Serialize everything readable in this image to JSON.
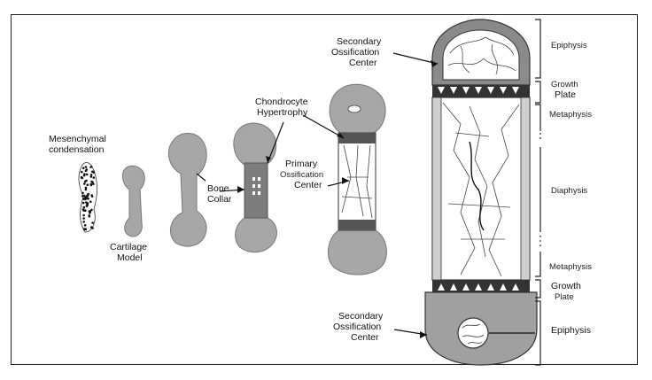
{
  "labels": {
    "mesenchymal_1": "Mesenchymal",
    "mesenchymal_2": "condensation",
    "cartilage_1": "Cartilage",
    "cartilage_2": "Model",
    "bone_collar_1": "Bone",
    "bone_collar_2": "Collar",
    "chondrocyte_1": "Chondrocyte",
    "chondrocyte_2": "Hypertrophy",
    "primary_1": "Primary",
    "primary_2": "Ossification",
    "primary_3": "Center",
    "secondary_top_1": "Secondary",
    "secondary_top_2": "Ossification",
    "secondary_top_3": "Center",
    "secondary_bottom_1": "Secondary",
    "secondary_bottom_2": "Ossification",
    "secondary_bottom_3": "Center",
    "epiphysis_top": "Epiphysis",
    "growth_plate_top_1": "Growth",
    "growth_plate_top_2": "Plate",
    "metaphysis_top": "Metaphysis",
    "diaphysis": "Diaphysis",
    "metaphysis_bottom": "Metaphysis",
    "growth_plate_bottom_1": "Growth",
    "growth_plate_bottom_2": "Plate",
    "epiphysis_bottom": "Epiphysis"
  }
}
